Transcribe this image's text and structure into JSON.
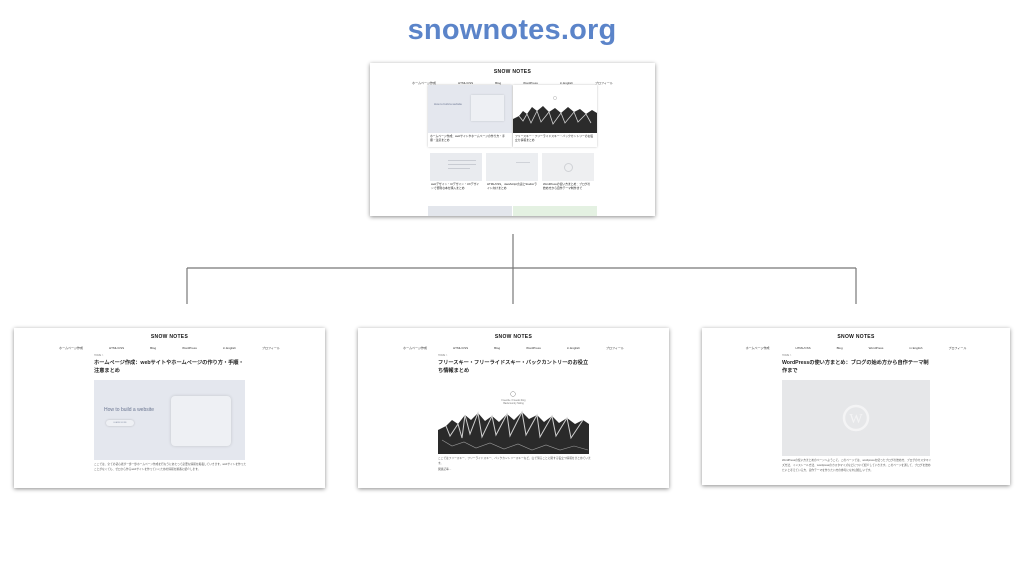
{
  "page": {
    "title": "snownotes.org"
  },
  "site": {
    "brand": "SNOW NOTES",
    "nav": [
      "ホームページ作成",
      "HTML/CSS",
      "Blog",
      "WordPress",
      "in English",
      "プロフィール"
    ]
  },
  "top_page": {
    "cards": [
      {
        "caption": "ホームページ作成：webサイトやホームページの作り方・手順・注意まとめ",
        "thumb_text": "How to build a website"
      },
      {
        "caption": "フリースキー・フリーライドスキー・バックカントリーのお役立ち情報まとめ"
      },
      {
        "caption": "webデザイン・UIデザイン・UXデザインで便利な本を購入まとめ"
      },
      {
        "caption": "HTML/CSS、JavaScript言語とStudio/ライト向けまとめ"
      },
      {
        "caption": "WordPressの使い方まとめ：ブログの始め方から自作テーマ制作まで"
      }
    ]
  },
  "page_homepage": {
    "crumb": "HOME >",
    "title": "ホームページ作成：webサイトやホームページの作り方・手順・注意まとめ",
    "hero_text": "How to build a website",
    "hero_button": "LEARN MORE",
    "body": "ここでは、全ての初心者が一歩一歩ホームページ作成を行なうにあたって必要な情報を掲載していきます。webサイトを作ったことがなくても、ゼロから作るwebサイトを作っていくための情報を順番に紹介します。"
  },
  "page_ski": {
    "crumb": "HOME >",
    "title": "フリースキー・フリーライドスキー・バックカントリーのお役立ち情報まとめ",
    "hero_label": "Freeride / Freeski blog",
    "hero_sub": "Backcountry Skiing",
    "body": "ここではフリースキー、フリーライドスキー、バックカントリースキーなど、山で滑ることに関する役立つ情報をまとめています。",
    "more": "関連記事…"
  },
  "page_wordpress": {
    "crumb": "HOME >",
    "title": "WordPressの使い方まとめ：ブログの始め方から自作テーマ制作まで",
    "body": "WordPressの使い方まとめのページへようこそ。このページでは、wordpressを使ったブログの始め方、ブログのカスタマイズ方法、インストール方法、wordpressのカスタマイズなどについて紹介していきます。このページを通して、ブログを始めたいと考えている方、自作テーマを作りたい方の参考になれば嬉しいです。"
  }
}
